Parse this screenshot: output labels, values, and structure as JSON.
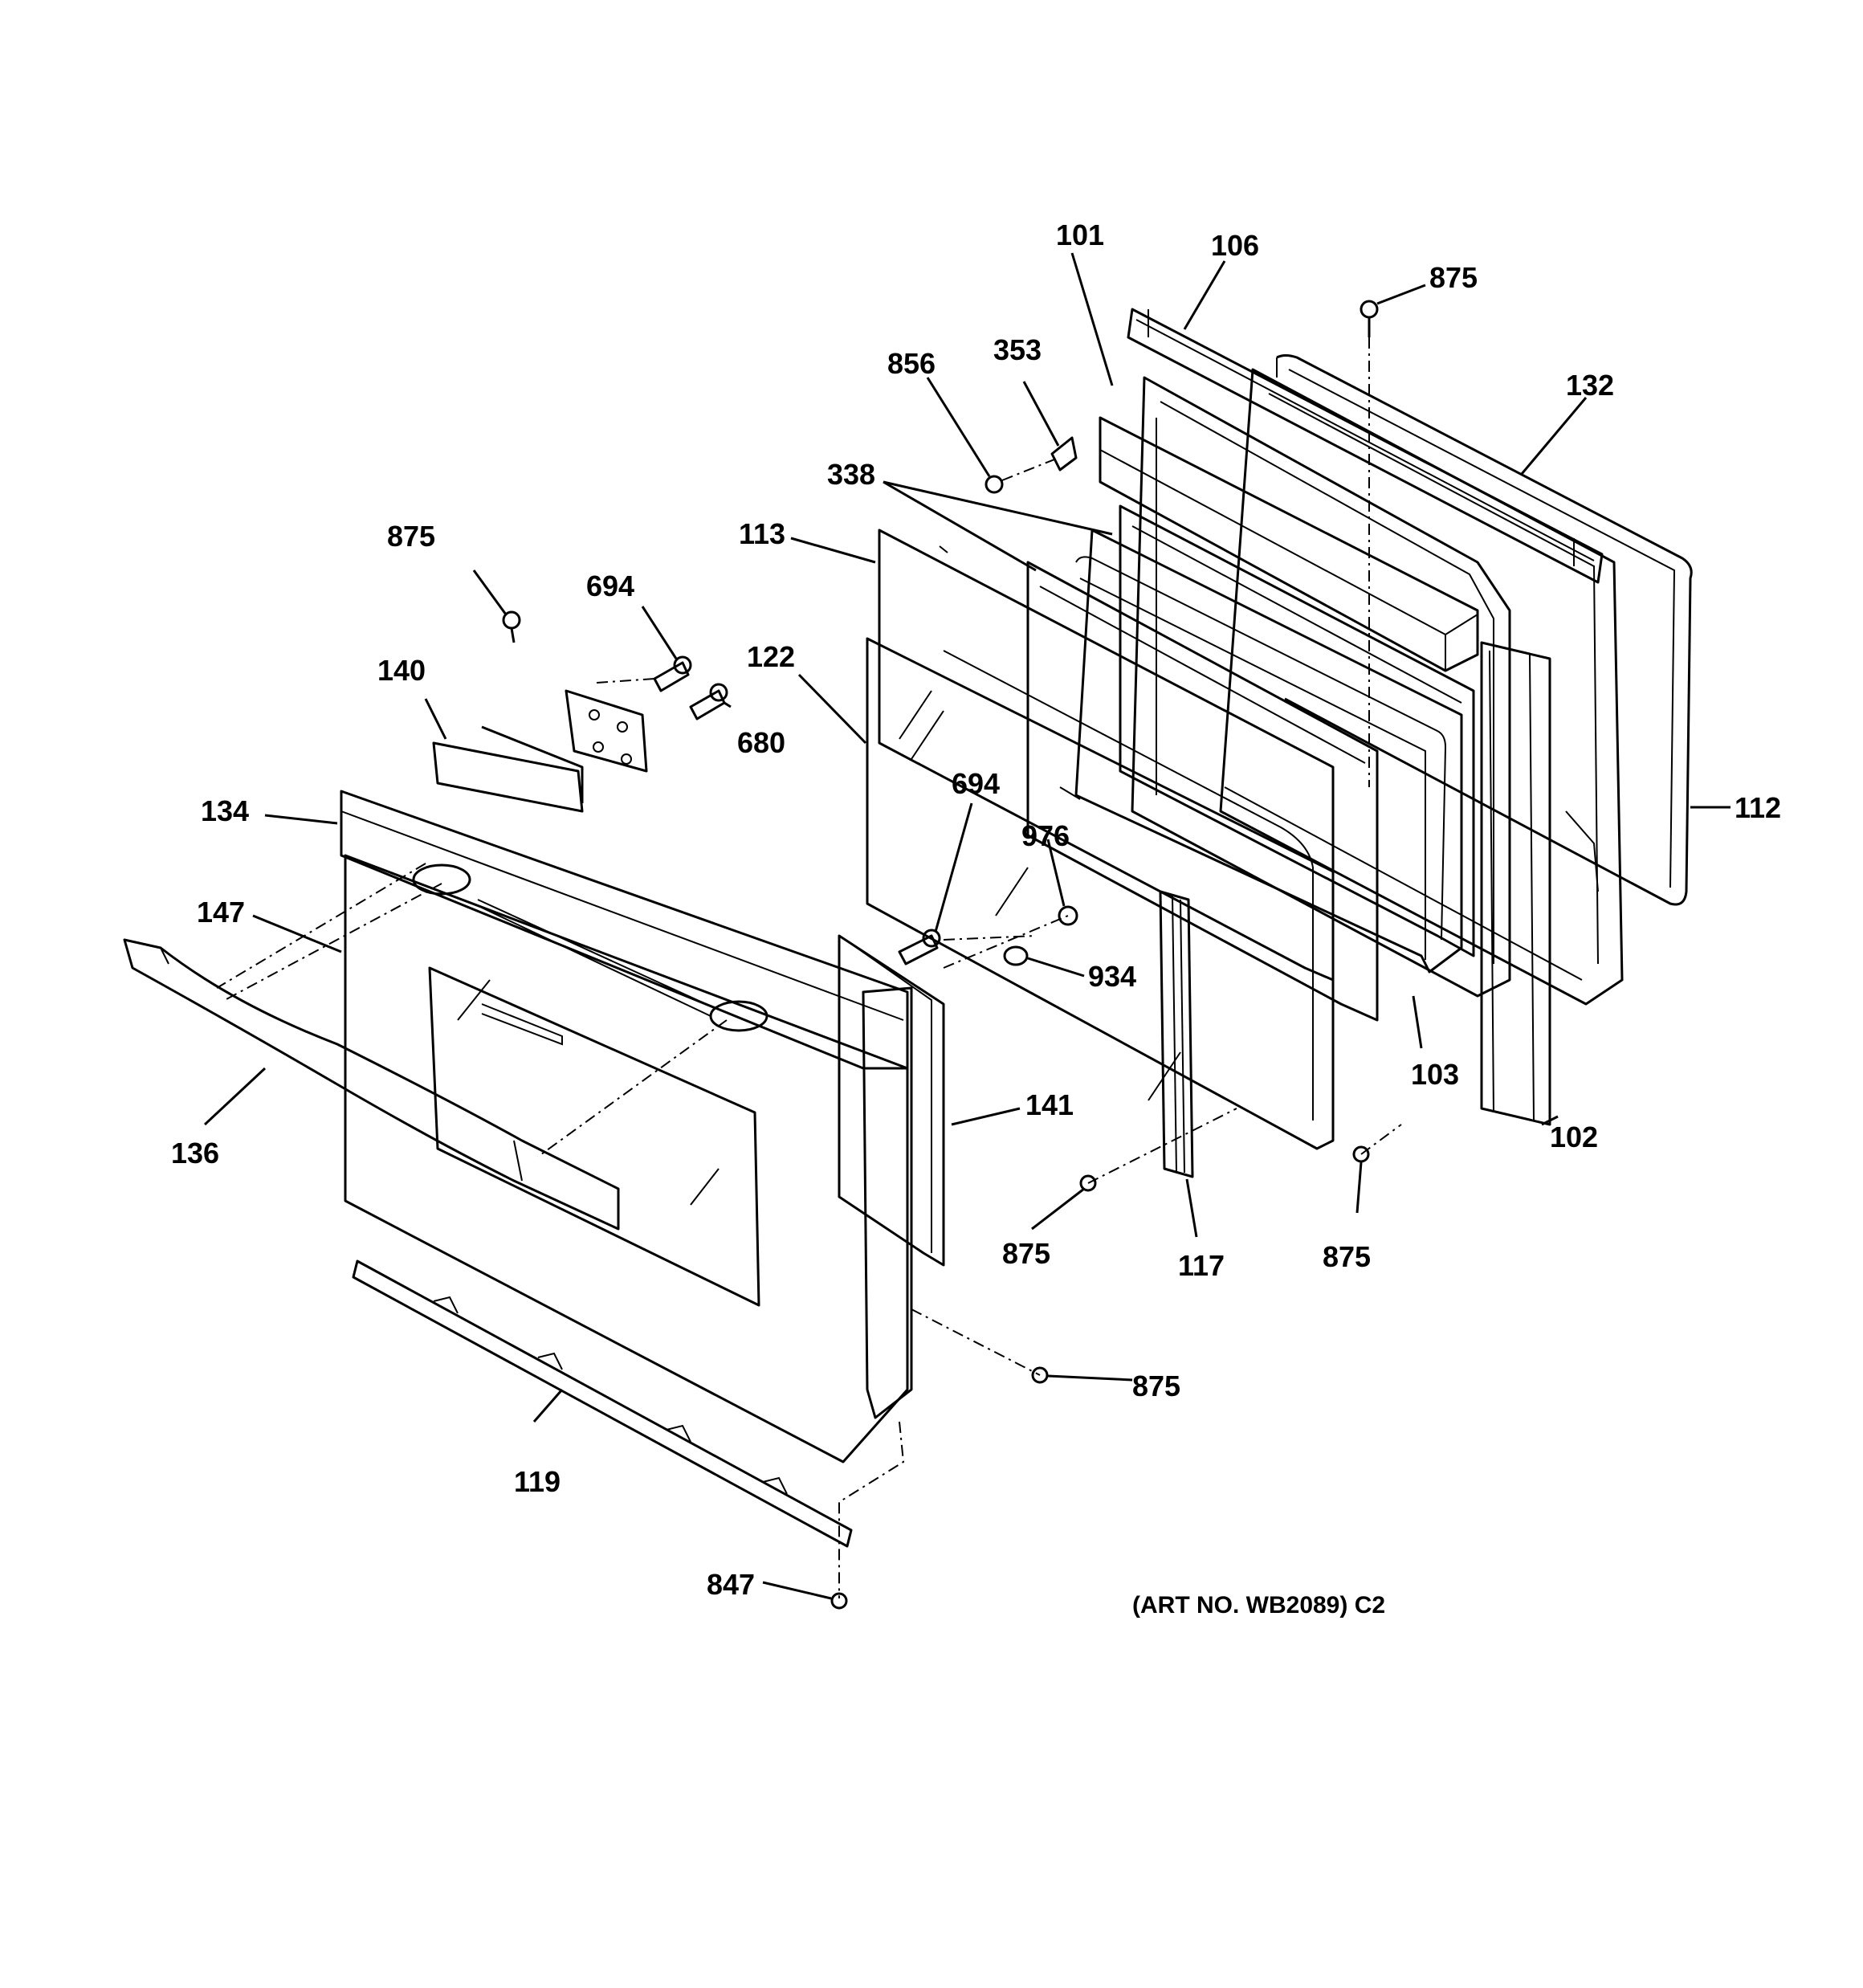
{
  "diagram": {
    "callouts": {
      "c101": "101",
      "c106": "106",
      "c875_top": "875",
      "c132": "132",
      "c856": "856",
      "c353": "353",
      "c338": "338",
      "c113": "113",
      "c875_left": "875",
      "c694_top": "694",
      "c122": "122",
      "c140": "140",
      "c680": "680",
      "c134": "134",
      "c112": "112",
      "c694_mid": "694",
      "c976": "976",
      "c147": "147",
      "c934": "934",
      "c103": "103",
      "c141": "141",
      "c136": "136",
      "c102": "102",
      "c875_bl": "875",
      "c117": "117",
      "c875_br": "875",
      "c875_low": "875",
      "c119": "119",
      "c847": "847"
    },
    "art_number": "(ART NO. WB2089) C2"
  }
}
